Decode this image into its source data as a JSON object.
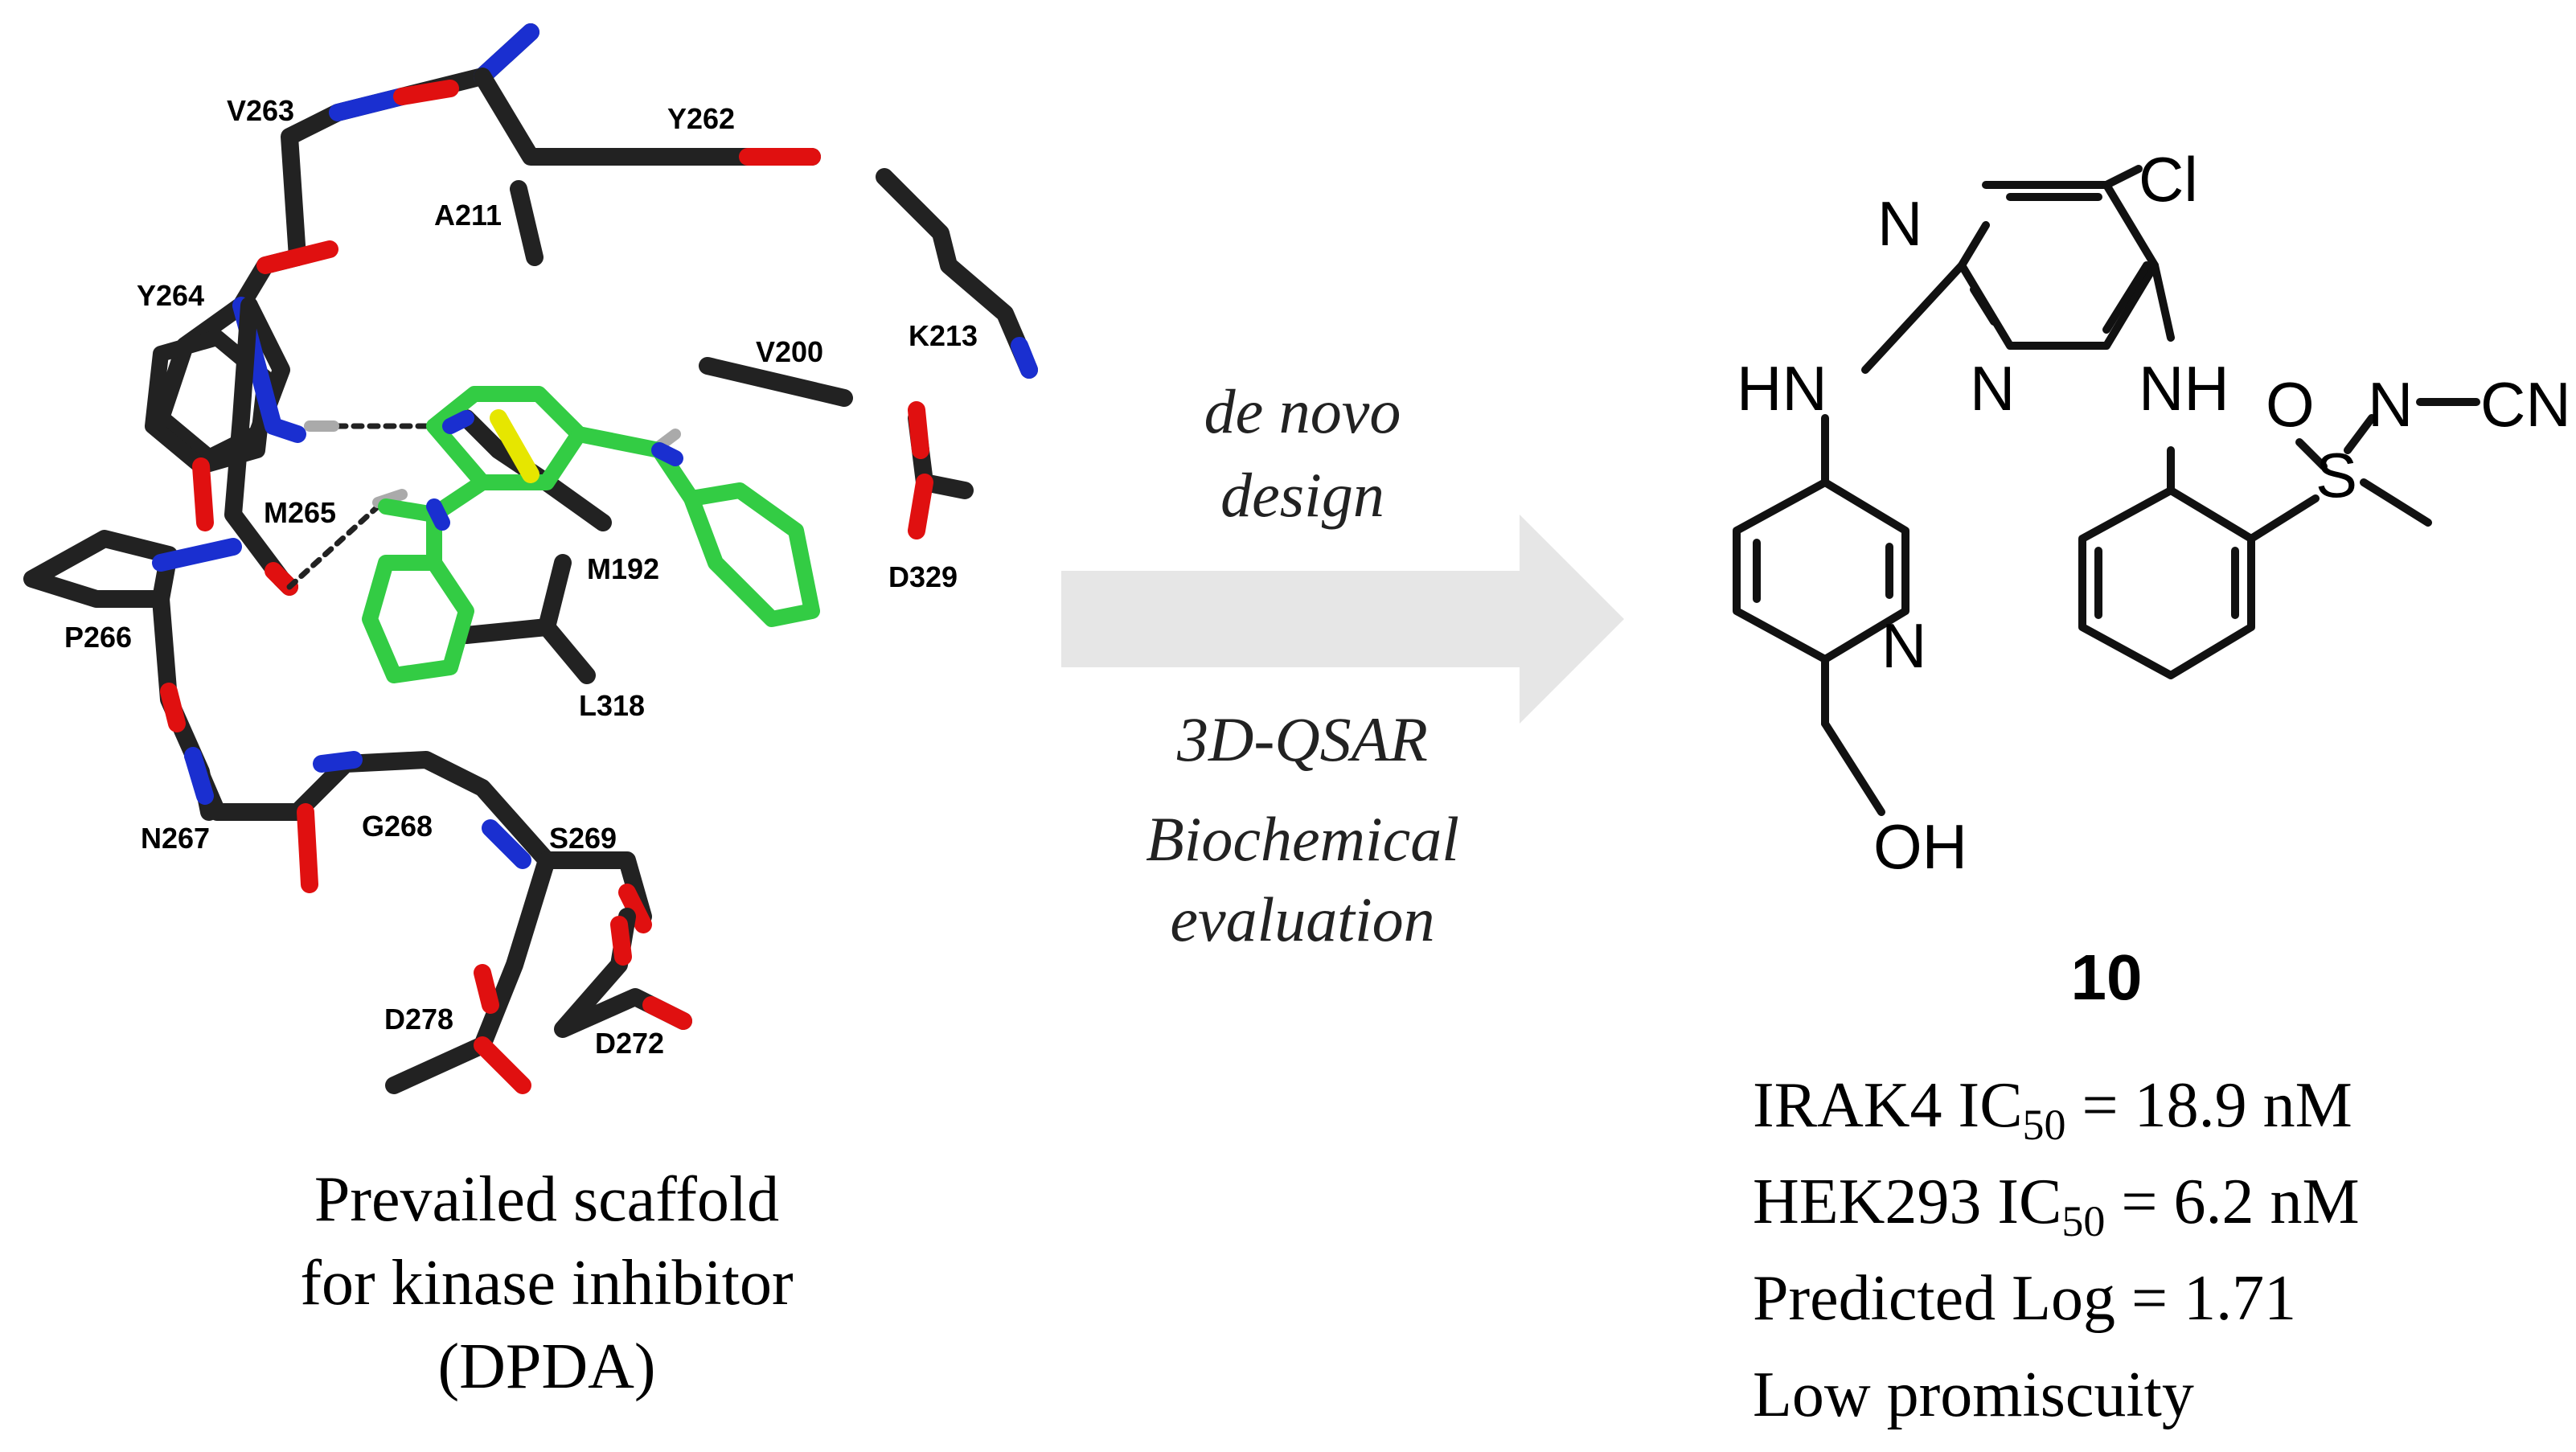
{
  "residues": [
    "V263",
    "Y262",
    "A211",
    "Y264",
    "K213",
    "V200",
    "M265",
    "M192",
    "D329",
    "P266",
    "L318",
    "N267",
    "G268",
    "S269",
    "D278",
    "D272"
  ],
  "scaffold_caption": [
    "Prevailed scaffold",
    "for kinase inhibitor",
    "(DPDA)"
  ],
  "arrow_labels": {
    "top": [
      "de novo",
      "design"
    ],
    "bottom": [
      "3D-QSAR",
      "Biochemical",
      "evaluation"
    ]
  },
  "compound": {
    "atoms": {
      "cl": "Cl",
      "n_top": "N",
      "hn_left": "HN",
      "n_mid": "N",
      "nh_right": "NH",
      "o_sulf": "O",
      "s": "S",
      "n_cn": "N",
      "cn": "CN",
      "n_pyr": "N",
      "oh": "OH"
    },
    "number": "10",
    "properties": [
      {
        "label": "IRAK4 IC",
        "sub": "50",
        "value": " = 18.9 nM"
      },
      {
        "label": "HEK293 IC",
        "sub": "50",
        "value": " = 6.2 nM"
      },
      {
        "label": "Predicted Log = 1.71",
        "sub": "",
        "value": ""
      },
      {
        "label": "Low promiscuity",
        "sub": "",
        "value": ""
      }
    ]
  },
  "colors": {
    "carbon": "#222222",
    "nitrogen": "#1a2fd0",
    "oxygen": "#e01010",
    "ligand": "#33cc44",
    "sulfur": "#e6e600",
    "arrow": "#e6e6e6"
  }
}
